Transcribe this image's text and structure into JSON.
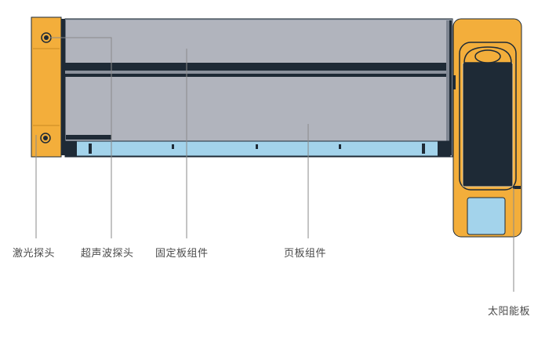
{
  "labels": {
    "laser_probe": "激光探头",
    "ultrasonic_probe": "超声波探头",
    "fixed_plate_assembly": "固定板组件",
    "page_plate_assembly": "页板组件",
    "solar_panel": "太阳能板"
  },
  "colors": {
    "orange": "#F3AE3B",
    "gray_plate": "#B1B4BD",
    "dark": "#1E2A36",
    "light_blue": "#A3D3EB",
    "leader_line": "#8A8A8A",
    "outline": "#1E2A36"
  }
}
